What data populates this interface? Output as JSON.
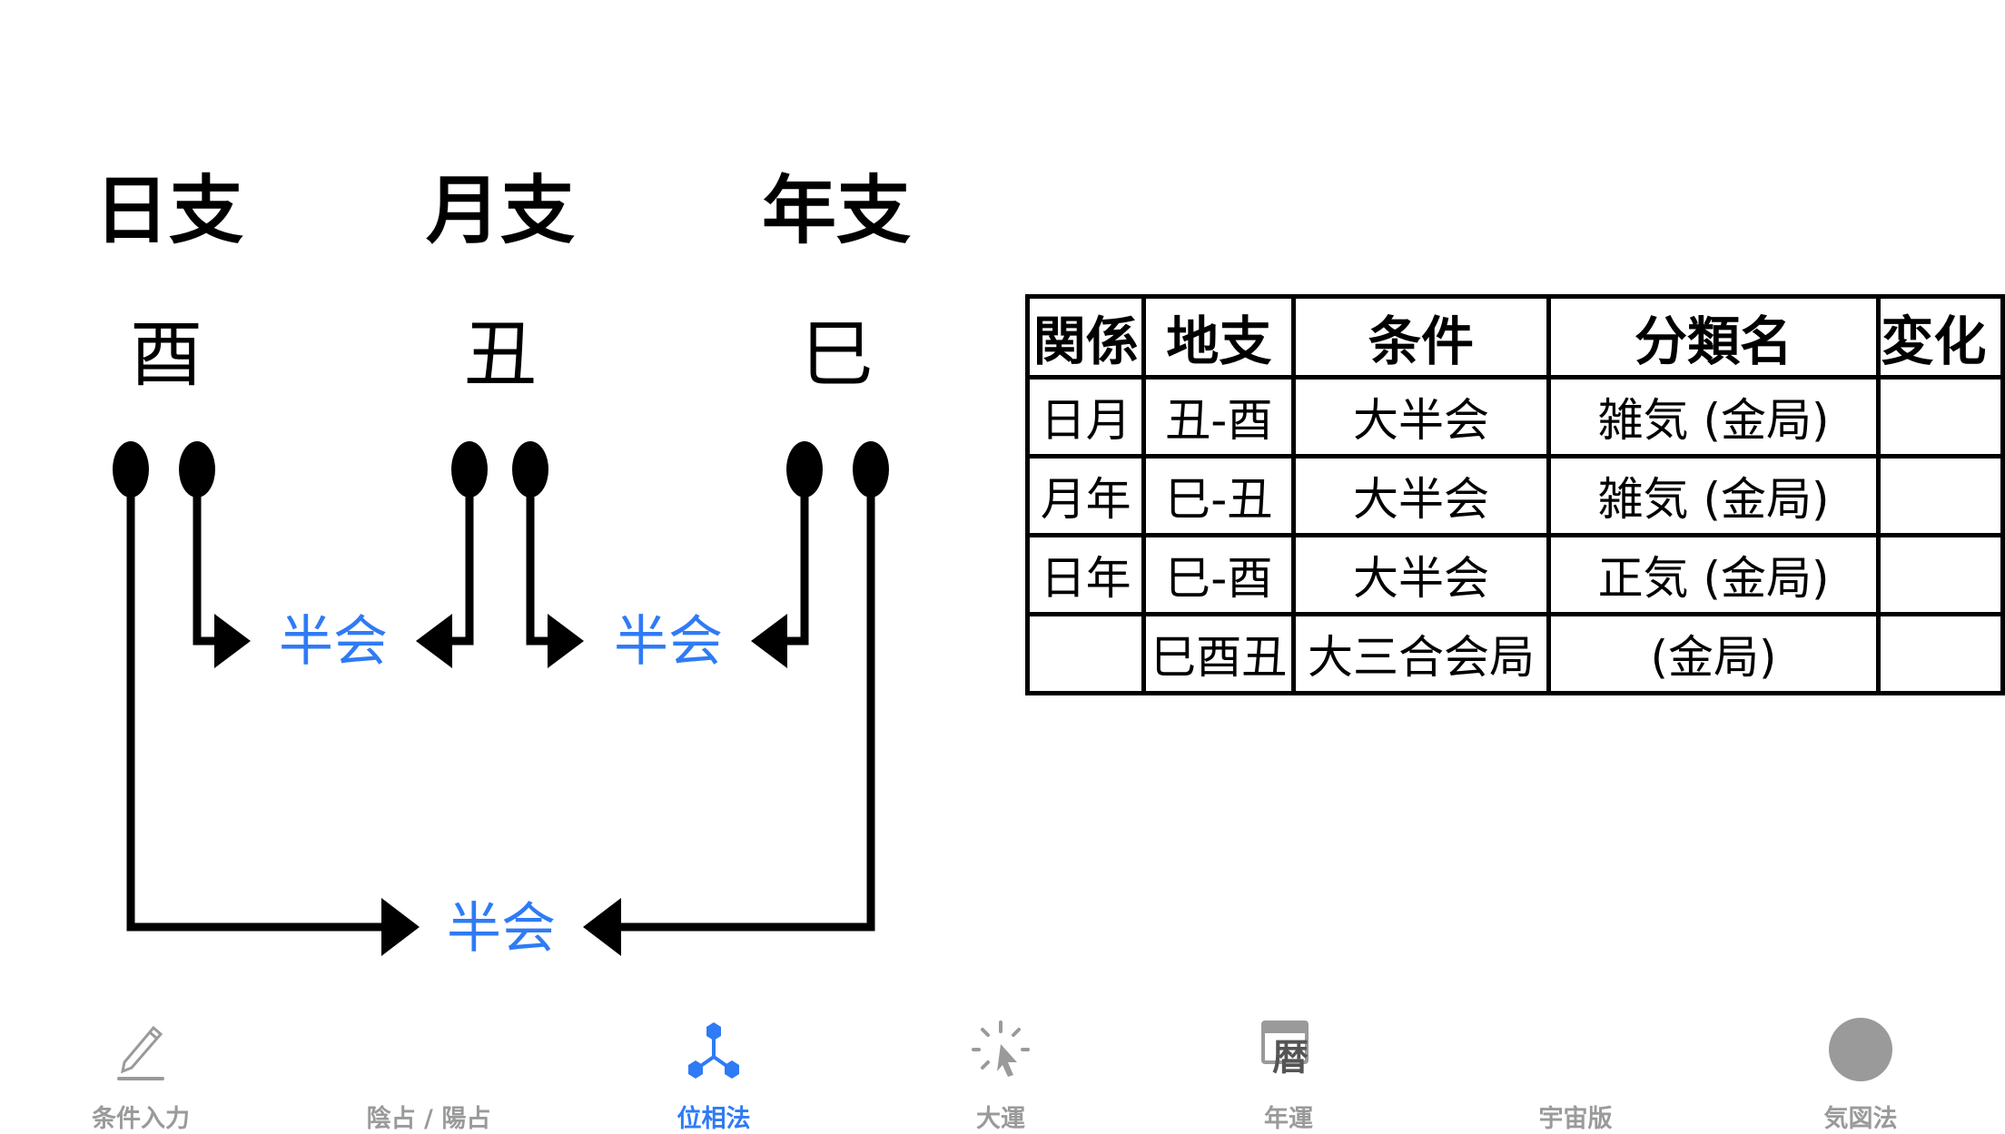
{
  "diagram": {
    "columns": [
      {
        "header": "日支",
        "branch": "酉"
      },
      {
        "header": "月支",
        "branch": "丑"
      },
      {
        "header": "年支",
        "branch": "巳"
      }
    ],
    "labels": {
      "day_month": "半会",
      "month_year": "半会",
      "day_year": "半会"
    },
    "accent_color": "#2f7bf5"
  },
  "table": {
    "headers": [
      "関係",
      "地支",
      "条件",
      "分類名",
      "変化"
    ],
    "rows": [
      [
        "日月",
        "丑-酉",
        "大半会",
        "雑気 (金局)",
        ""
      ],
      [
        "月年",
        "巳-丑",
        "大半会",
        "雑気 (金局)",
        ""
      ],
      [
        "日年",
        "巳-酉",
        "大半会",
        "正気 (金局)",
        ""
      ],
      [
        "",
        "巳酉丑",
        "大三合会局",
        "(金局)",
        ""
      ]
    ]
  },
  "tabs": [
    {
      "label": "条件入力",
      "icon": "pencil-icon"
    },
    {
      "label": "陰占 / 陽占",
      "icon": "none"
    },
    {
      "label": "位相法",
      "icon": "topology-icon",
      "active": true
    },
    {
      "label": "大運",
      "icon": "click-icon"
    },
    {
      "label": "年運",
      "icon": "calendar-icon"
    },
    {
      "label": "宇宙版",
      "icon": "none"
    },
    {
      "label": "気図法",
      "icon": "circle-icon"
    }
  ]
}
